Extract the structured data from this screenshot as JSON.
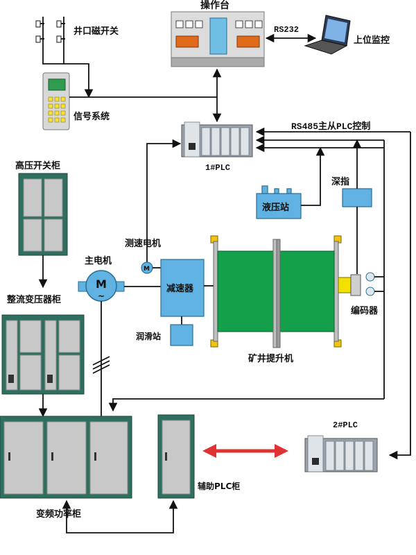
{
  "labels": {
    "operator_console": "操作台",
    "rs232": "RS232",
    "host_monitor": "上位监控",
    "wellhead_switch": "井口磁开关",
    "signal_system": "信号系统",
    "plc1": "1#PLC",
    "rs485": "RS485主从PLC控制",
    "hv_cabinet": "高压开关柜",
    "hydraulic_station": "液压站",
    "depth_indicator": "深指",
    "tacho_motor": "测速电机",
    "main_motor": "主电机",
    "motor_symbol": "M",
    "motor_tilde": "~",
    "tacho_symbol": "M",
    "reducer": "减速器",
    "rectifier_transformer": "整流变压器柜",
    "lubrication_station": "润滑站",
    "encoder": "编码器",
    "mine_hoist": "矿井提升机",
    "plc2": "2#PLC",
    "aux_plc_cabinet": "辅助PLC柜",
    "vfd_cabinet": "变频功率柜"
  },
  "colors": {
    "cabinet_frame": "#2f6f5f",
    "panel_blue": "#5fb2e2",
    "drum_green": "#14a04a",
    "bidirectional_arrow": "#e03232",
    "keypad_yellow": "#f5e03a"
  }
}
